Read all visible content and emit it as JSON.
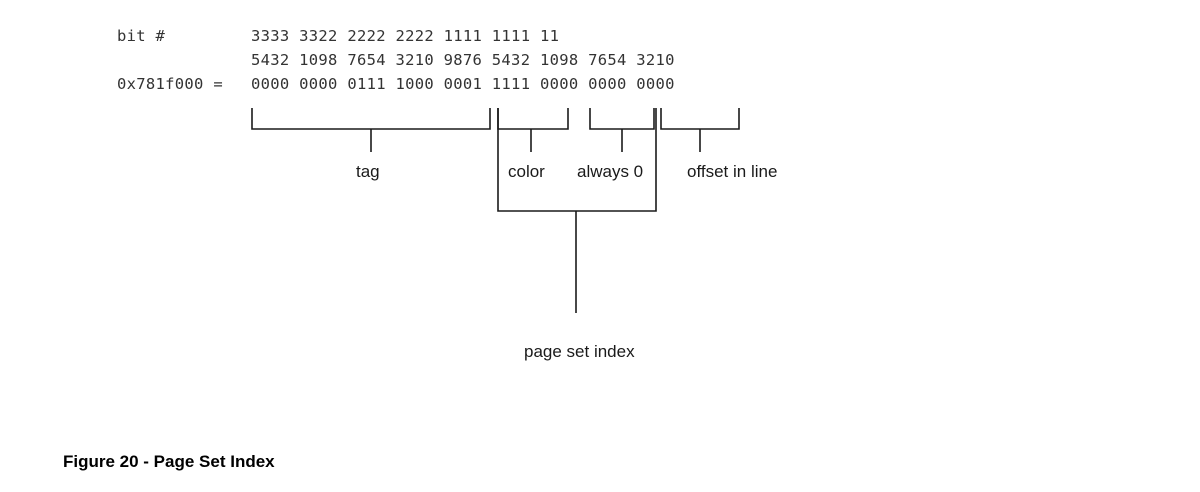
{
  "bit_table": {
    "row_label": "bit #",
    "tens_row": "3333 3322 2222 2222 1111 1111 11",
    "ones_row": "5432 1098 7654 3210 9876 5432 1098 7654 3210",
    "address_label": "0x781f000 =",
    "address_bits": "0000 0000 0111 1000 0001 1111 0000 0000 0000"
  },
  "fields": {
    "tag": "tag",
    "color": "color",
    "always_zero": "always 0",
    "offset": "offset in line",
    "page_set_index": "page set index"
  },
  "caption": "Figure 20 - Page Set Index"
}
